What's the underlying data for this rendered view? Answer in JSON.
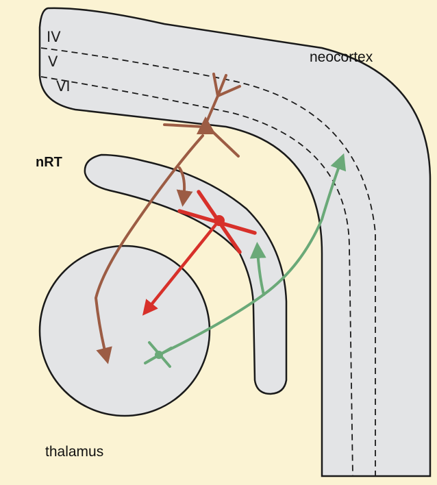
{
  "labels": {
    "layer_iv": "IV",
    "layer_v": "V",
    "layer_vi": "VI",
    "neocortex": "neocortex",
    "nrt": "nRT",
    "thalamus": "thalamus"
  },
  "colors": {
    "background": "#fbf3d3",
    "region_fill": "#e3e4e6",
    "outline": "#1a1a1a",
    "cortical_neuron": "#9c5c44",
    "nrt_neuron": "#d7302a",
    "thalamic_neuron": "#6aa978"
  }
}
